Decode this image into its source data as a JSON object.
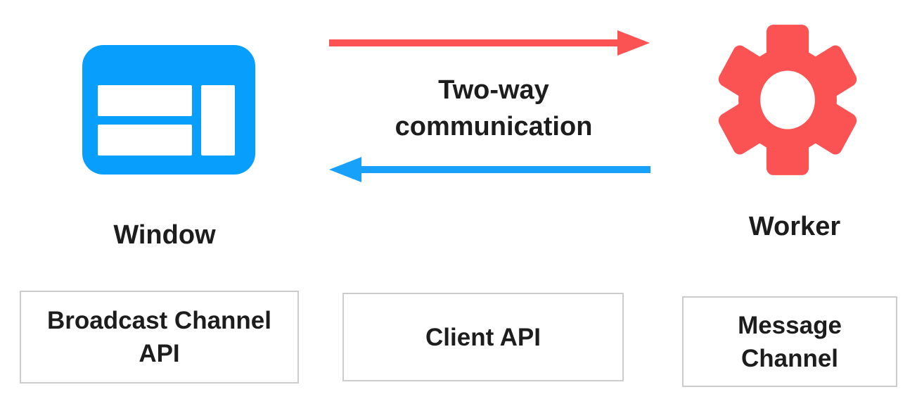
{
  "nodes": {
    "window": {
      "label": "Window",
      "icon": "browser-window-icon"
    },
    "worker": {
      "label": "Worker",
      "icon": "gear-icon"
    }
  },
  "communication": {
    "line1": "Two-way",
    "line2": "communication",
    "forward_arrow": {
      "icon": "arrow-right-icon",
      "from": "Window",
      "to": "Worker"
    },
    "backward_arrow": {
      "icon": "arrow-left-icon",
      "from": "Worker",
      "to": "Window"
    }
  },
  "boxes": [
    {
      "label": "Broadcast Channel API"
    },
    {
      "label": "Client API"
    },
    {
      "label": "Message Channel"
    }
  ],
  "colors": {
    "blue": "#089efb",
    "arrow-blue": "#18a1fb",
    "red": "#fb5353",
    "text": "#1d1d1d",
    "border": "#cccccc"
  }
}
